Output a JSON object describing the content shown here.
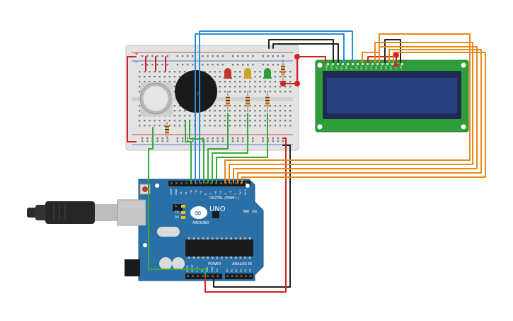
{
  "board": {
    "brand": "ARDUINO",
    "model": "UNO",
    "logo_symbol": "∞",
    "header_digital": "DIGITAL (PWM~)",
    "header_power": "POWER",
    "header_analog": "ANALOG IN",
    "digital_pins": [
      "AREF",
      "GND",
      "13",
      "12",
      "~11",
      "~10",
      "~9",
      "8",
      "7",
      "~6",
      "~5",
      "4",
      "~3",
      "2",
      "TX 1",
      "RX 0"
    ],
    "power_pins": [
      "IOREF",
      "RESET",
      "3.3V",
      "5V",
      "GND",
      "GND",
      "Vin"
    ],
    "analog_pins": [
      "A0",
      "A1",
      "A2",
      "A3",
      "A4",
      "A5"
    ],
    "led_labels": [
      "L",
      "TX",
      "RX"
    ],
    "on_label": "ON"
  },
  "lcd": {
    "pin_labels": [
      "GND",
      "VCC",
      "V0",
      "RS",
      "RW",
      "E",
      "D0",
      "D1",
      "D2",
      "D3",
      "D4",
      "D5",
      "D6",
      "D7",
      "LED",
      "LED"
    ]
  },
  "breadboard": {
    "rail_plus": "+",
    "rail_minus": "−"
  },
  "components": {
    "leds": [
      {
        "color": "#c0392b",
        "name": "red"
      },
      {
        "color": "#c9a227",
        "name": "yellow"
      },
      {
        "color": "#2e9e3a",
        "name": "green"
      }
    ]
  },
  "wire_colors": {
    "red": "#d32020",
    "black": "#222222",
    "blue": "#2a8fd6",
    "green": "#3aa83a",
    "orange": "#e88a1a"
  }
}
